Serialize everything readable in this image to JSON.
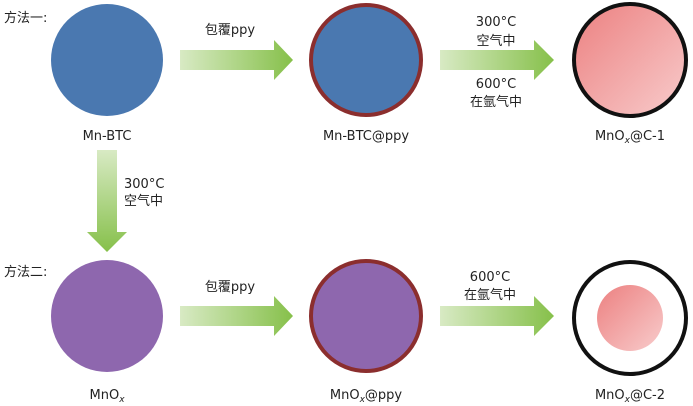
{
  "method1": {
    "title": "方法一:",
    "step1": "包覆ppy",
    "step2_a_temp": "300°C",
    "step2_a_atm": "空气中",
    "step2_b_temp": "600°C",
    "step2_b_atm": "在氩气中",
    "label1": "Mn-BTC",
    "label2": "Mn-BTC@ppy",
    "label3_pre": "MnO",
    "label3_sub": "x",
    "label3_post": "@C-1"
  },
  "down": {
    "temp": "300°C",
    "atm": "空气中"
  },
  "method2": {
    "title": "方法二:",
    "step1": "包覆ppy",
    "step2_temp": "600°C",
    "step2_atm": "在氩气中",
    "label1_pre": "MnO",
    "label1_sub": "x",
    "label2_pre": "MnO",
    "label2_sub": "x",
    "label2_post": "@ppy",
    "label3_pre": "MnO",
    "label3_sub": "x",
    "label3_post": "@C-2"
  },
  "colors": {
    "blue": "#4a78b0",
    "purple": "#8e67ae",
    "ppy": "#8b2e2e",
    "arrow": "#8cc351"
  }
}
